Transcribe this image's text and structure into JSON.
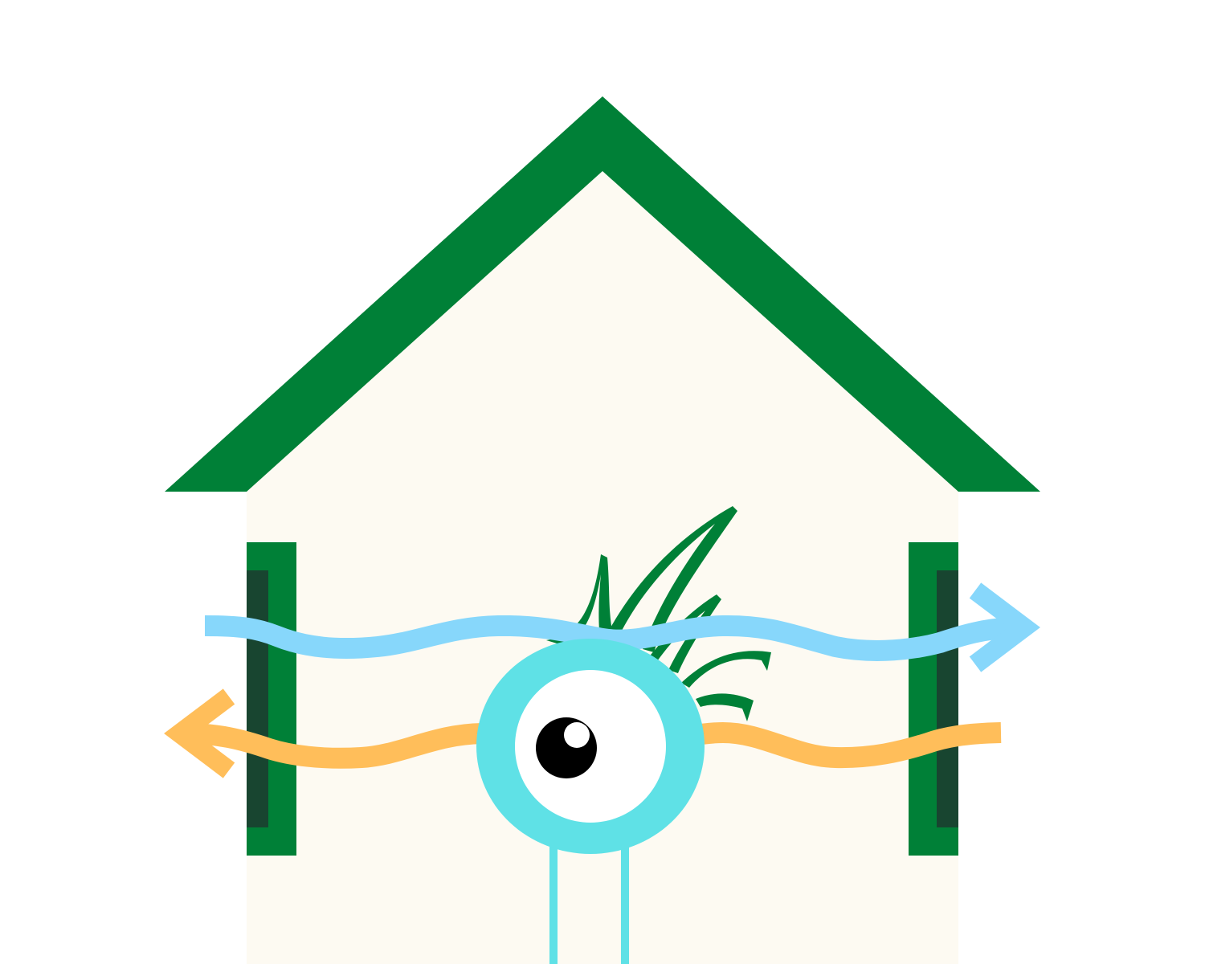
{
  "illustration": {
    "subject": "house-ventilation-creature",
    "colors": {
      "background": "#ffffff",
      "house_wall": "#fdfaf2",
      "roof": "#008037",
      "wall_panel_outer": "#008037",
      "wall_panel_inner": "#184530",
      "cool_air": "#87d7fb",
      "warm_air": "#ffbe5a",
      "creature_body": "#5fe1e6",
      "eye_white": "#ffffff",
      "pupil": "#000000",
      "hair": "#008037"
    },
    "flows": [
      {
        "name": "cool-air-flow",
        "direction": "right",
        "color_key": "cool_air"
      },
      {
        "name": "warm-air-flow",
        "direction": "left",
        "color_key": "warm_air"
      }
    ]
  }
}
